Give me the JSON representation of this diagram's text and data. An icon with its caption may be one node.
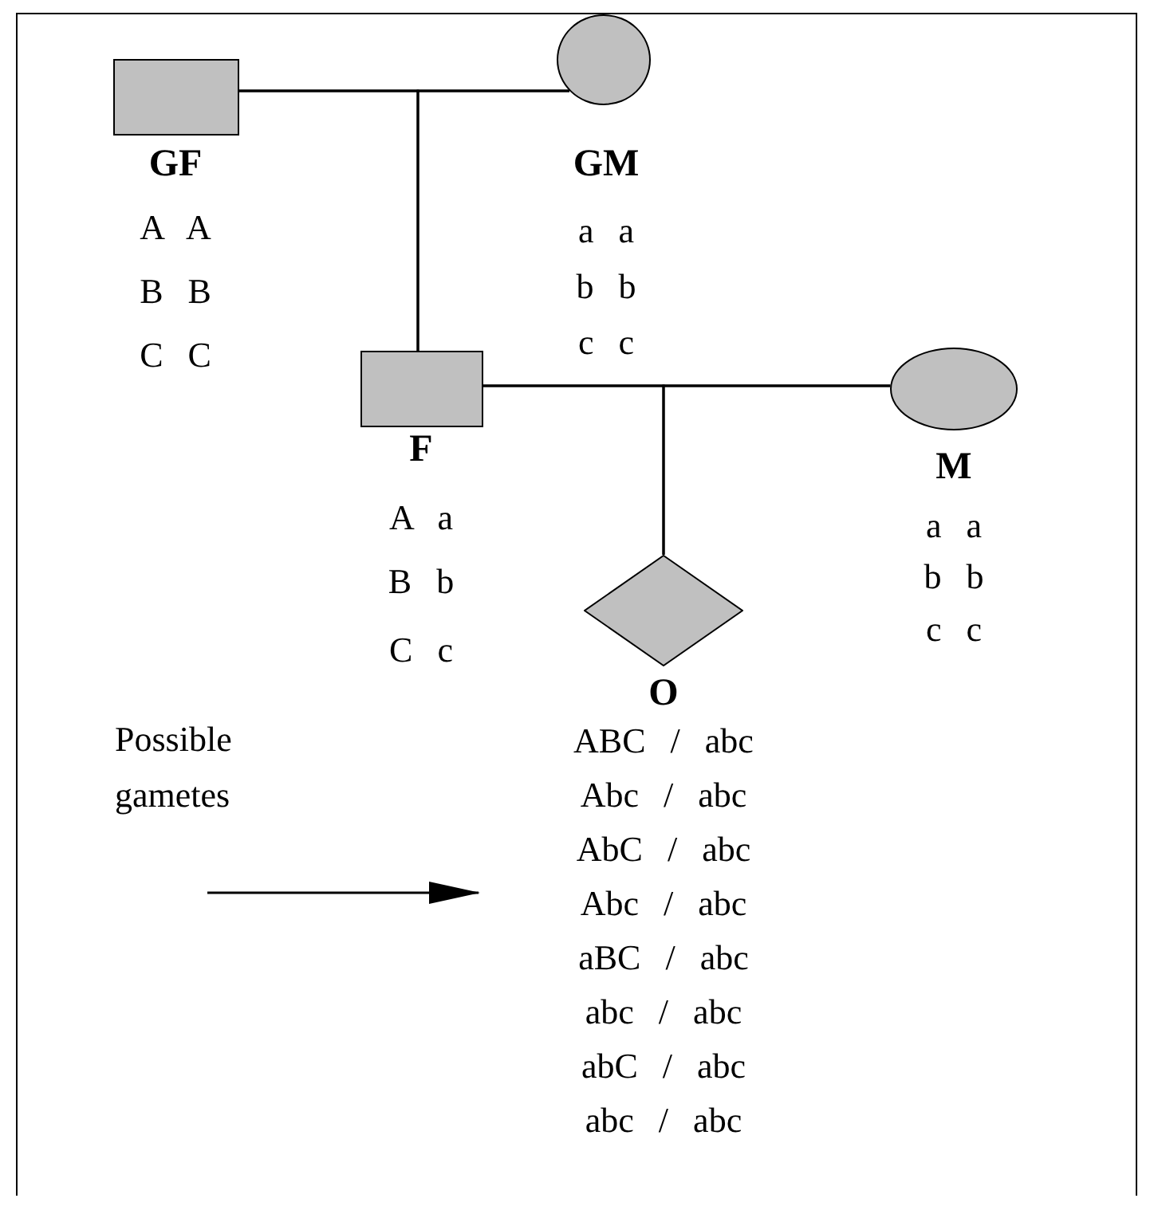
{
  "diagram": {
    "nodes": [
      {
        "text": [],
        "shape": "box",
        "beside": [
          "GF",
          "A A",
          "B B",
          "C C"
        ]
      },
      {
        "text": [],
        "shape": "circle",
        "beside": [
          "GM",
          "a a",
          "b b",
          "c c"
        ]
      },
      {
        "text": [],
        "shape": "box",
        "beside": [
          "F",
          "A a",
          "B b",
          "C c"
        ]
      },
      {
        "text": [],
        "shape": "circle",
        "beside": [
          "M",
          "a a",
          "b b",
          "c c"
        ]
      },
      {
        "text": [],
        "shape": "diamond",
        "beside": [
          "O"
        ]
      },
      {
        "text": [
          "ABC / abc",
          "Abc / abc",
          "AbC / abc",
          "Abc / abc",
          "aBC / abc",
          "abc / abc",
          "abC / abc",
          "abc / abc"
        ]
      }
    ],
    "edges": [
      {
        "from": 0,
        "to": 1,
        "arrow": "none"
      },
      {
        "from": 0,
        "to": 2,
        "arrow": "none"
      },
      {
        "from": 1,
        "to": 2,
        "arrow": "none"
      },
      {
        "from": 2,
        "to": 3,
        "arrow": "none"
      },
      {
        "from": 2,
        "to": 4,
        "arrow": "none"
      },
      {
        "from": 3,
        "to": 4,
        "arrow": "none"
      },
      {
        "from": null,
        "to": 5,
        "arrow": "to"
      }
    ],
    "labels": [
      "Possible gametes"
    ]
  }
}
